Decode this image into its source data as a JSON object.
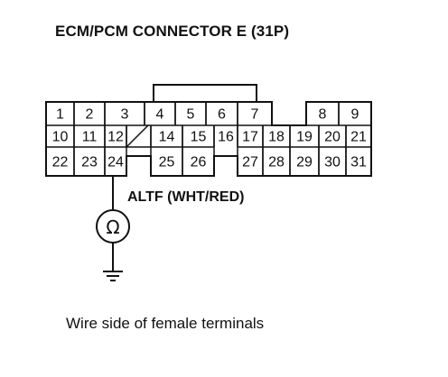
{
  "title": "ECM/PCM CONNECTOR E (31P)",
  "wire_label": "ALTF (WHT/RED)",
  "meter_symbol": "Ω",
  "caption": "Wire side of female terminals",
  "connector": {
    "rows": [
      [
        "1",
        "2",
        "3",
        "4",
        "5",
        "6",
        "7",
        "",
        "8",
        "9"
      ],
      [
        "10",
        "11",
        "12",
        "",
        "14",
        "15",
        "16",
        "17",
        "18",
        "19",
        "20",
        "21"
      ],
      [
        "22",
        "23",
        "24",
        "",
        "25",
        "26",
        "",
        "27",
        "28",
        "29",
        "30",
        "31"
      ]
    ]
  },
  "icons": {
    "ohmmeter": "ohmmeter-icon",
    "ground": "ground-icon"
  }
}
